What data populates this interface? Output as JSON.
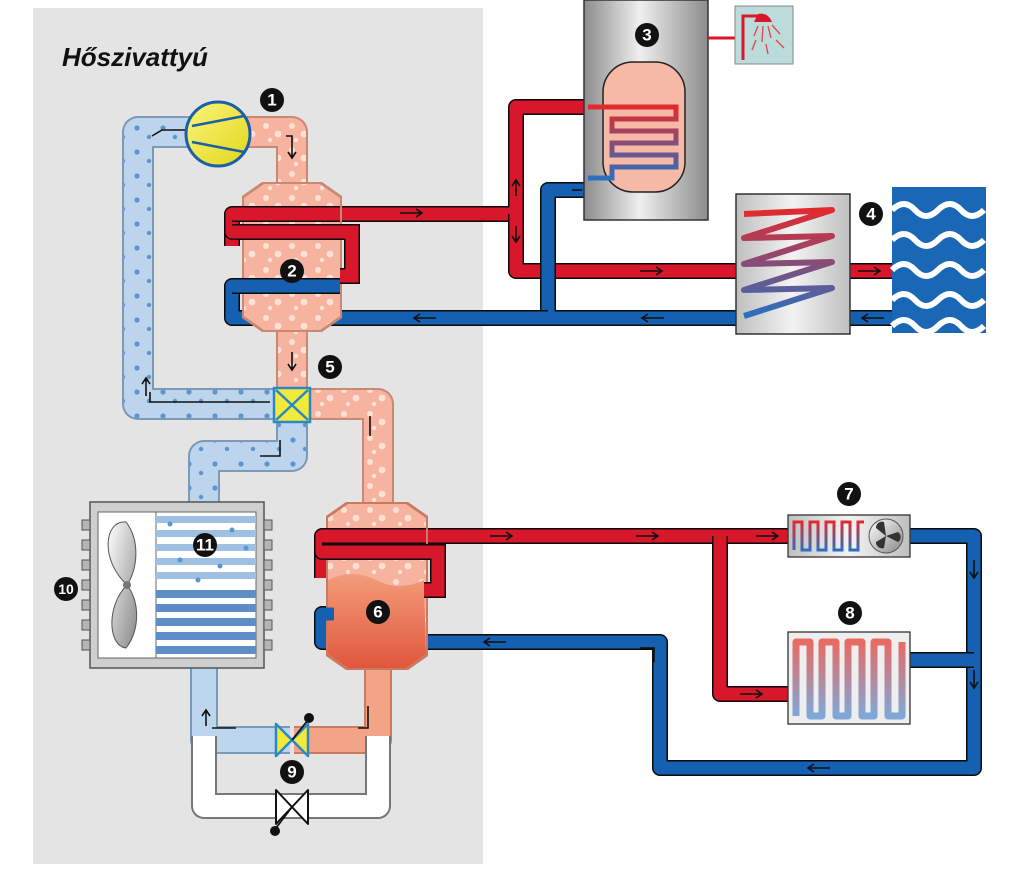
{
  "title": "Hőszivattyú",
  "labels": {
    "compressor": "1",
    "condenser": "2",
    "hot_water_tank": "3",
    "pool_heat_exchanger": "4",
    "four_way_valve": "5",
    "evaporator_exchanger": "6",
    "fan_coil": "7",
    "radiator": "8",
    "expansion_valve": "9",
    "air_unit": "10",
    "air_coil": "11"
  },
  "colors": {
    "unit_background": "#e4e4e4",
    "hot_pipe": "#d9172b",
    "cold_pipe": "#1560b0",
    "refrigerant_hot": "#f7b6a3",
    "refrigerant_cold": "#bcd6ee",
    "valve": "#f2ea3a",
    "marker": "#111111"
  }
}
